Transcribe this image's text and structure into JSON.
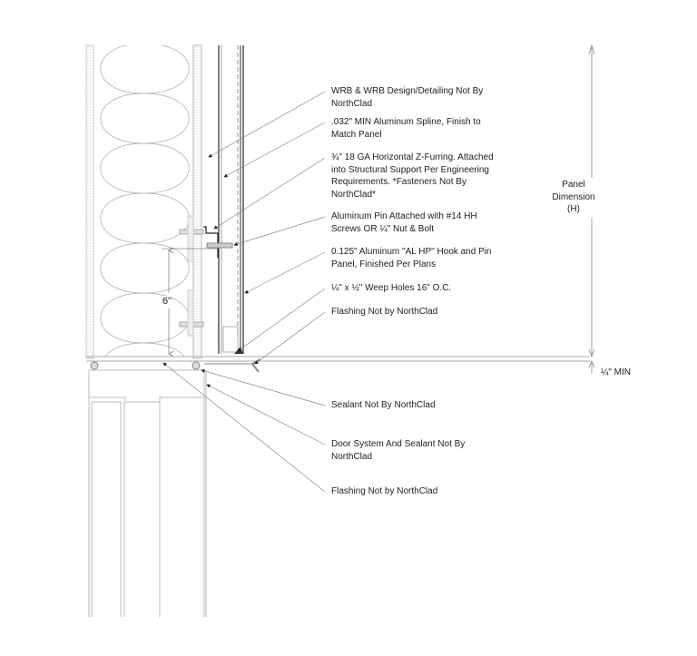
{
  "callouts_top": [
    {
      "lines": [
        "WRB & WRB Design/Detailing Not By",
        "NorthClad"
      ]
    },
    {
      "lines": [
        ".032\" MIN Aluminum Spline, Finish to",
        "Match Panel"
      ]
    },
    {
      "lines": [
        "¾\" 18 GA Horizontal Z-Furring. Attached",
        "into Structural Support Per Engineering",
        "Requirements. *Fasteners Not By",
        "NorthClad*"
      ]
    },
    {
      "lines": [
        "Aluminum Pin Attached with #14 HH",
        "Screws OR ¼\" Nut & Bolt"
      ]
    },
    {
      "lines": [
        "0.125\" Aluminum \"AL HP\" Hook and Pin",
        "Panel, Finished Per Plans"
      ]
    },
    {
      "lines": [
        "¼\" x ½\" Weep Holes 16\" O.C."
      ]
    },
    {
      "lines": [
        "Flashing Not by NorthClad"
      ]
    }
  ],
  "callouts_bottom": [
    {
      "lines": [
        "Sealant Not By NorthClad"
      ]
    },
    {
      "lines": [
        "Door System And Sealant Not By",
        "NorthClad"
      ]
    },
    {
      "lines": [
        "Flashing Not by NorthClad"
      ]
    }
  ],
  "dimensions": {
    "panel": [
      "Panel",
      "Dimension",
      "(H)"
    ],
    "min_gap": "¼\" MIN",
    "pin_spacing": "6\""
  }
}
